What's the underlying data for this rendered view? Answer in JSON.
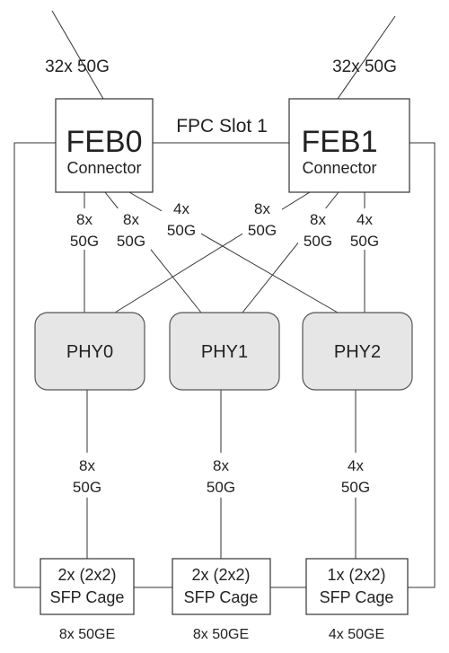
{
  "title": "FPC Slot 1",
  "uplinks": {
    "left": "32x 50G",
    "right": "32x 50G"
  },
  "febs": [
    {
      "name": "FEB0",
      "sub": "Connector"
    },
    {
      "name": "FEB1",
      "sub": "Connector"
    }
  ],
  "phys": [
    {
      "name": "PHY0"
    },
    {
      "name": "PHY1"
    },
    {
      "name": "PHY2"
    }
  ],
  "feb_phy_links": [
    {
      "label": [
        "8x",
        "50G"
      ]
    },
    {
      "label": [
        "8x",
        "50G"
      ]
    },
    {
      "label": [
        "4x",
        "50G"
      ]
    },
    {
      "label": [
        "8x",
        "50G"
      ]
    },
    {
      "label": [
        "8x",
        "50G"
      ]
    },
    {
      "label": [
        "4x",
        "50G"
      ]
    }
  ],
  "phy_cage_links": [
    {
      "label": [
        "8x",
        "50G"
      ]
    },
    {
      "label": [
        "8x",
        "50G"
      ]
    },
    {
      "label": [
        "4x",
        "50G"
      ]
    }
  ],
  "cages": [
    {
      "line1": "2x (2x2)",
      "line2": "SFP Cage",
      "caption": "8x 50GE"
    },
    {
      "line1": "2x (2x2)",
      "line2": "SFP Cage",
      "caption": "8x 50GE"
    },
    {
      "line1": "1x (2x2)",
      "line2": "SFP Cage",
      "caption": "4x 50GE"
    }
  ],
  "colors": {
    "line": "#333333",
    "phy_fill": "#e6e6e6",
    "phy_stroke": "#555555",
    "text": "#222222"
  }
}
